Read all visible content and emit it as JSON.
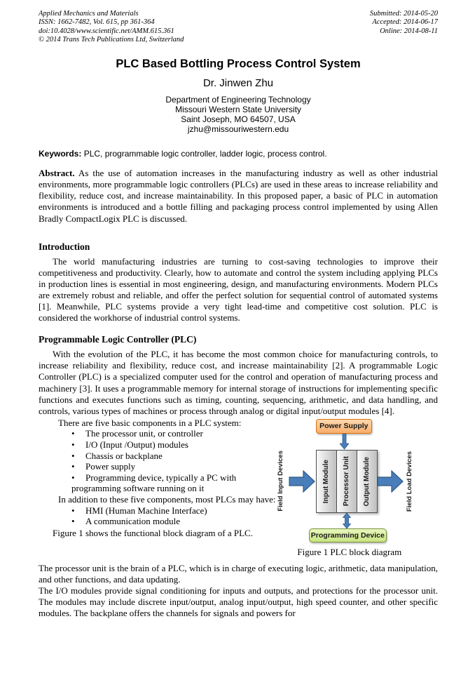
{
  "page": {
    "header": {
      "left_lines": [
        "Applied Mechanics and Materials",
        "ISSN: 1662-7482, Vol. 615, pp 361-364",
        "doi:10.4028/www.scientific.net/AMM.615.361",
        "© 2014 Trans Tech Publications Ltd, Switzerland"
      ],
      "right_lines": [
        "Submitted: 2014-05-20",
        "Accepted: 2014-06-17",
        "Online: 2014-08-11"
      ]
    },
    "title": "PLC Based Bottling Process Control System",
    "author": "Dr. Jinwen Zhu",
    "affiliation_lines": [
      "Department of Engineering Technology",
      "Missouri Western State University",
      "Saint Joseph, MO 64507, USA",
      "jzhu@missouriwestern.edu"
    ],
    "keywords_label": "Keywords:",
    "keywords_text": " PLC, programmable logic controller, ladder logic, process control.",
    "abstract_label": "Abstract.",
    "abstract_text": " As the use of automation increases in the manufacturing industry as well as other industrial environments, more programmable logic controllers (PLCs) are used in these areas to increase reliability and flexibility, reduce cost, and increase maintainability.  In this proposed paper, a basic of PLC in automation environments is introduced and a bottle filling and packaging process control implemented by using Allen Bradly CompactLogix PLC is discussed.",
    "intro_heading": "Introduction",
    "intro_para": "The world manufacturing industries are turning to cost-saving technologies to improve their competitiveness and productivity. Clearly, how to automate and control the system including applying PLCs in production lines is essential in most engineering, design, and manufacturing environments. Modern PLCs are extremely robust and reliable, and offer the perfect solution for sequential control of automated systems [1]. Meanwhile, PLC systems provide a very tight lead-time and competitive cost solution. PLC is considered the workhorse of industrial control systems.",
    "plc_heading": "Programmable Logic Controller (PLC)",
    "plc_para1": "With the evolution of the PLC, it has become the most common choice for manufacturing controls, to increase reliability and flexibility, reduce cost, and increase maintainability [2]. A programmable Logic Controller (PLC) is a specialized computer used for the control and operation of manufacturing process and machinery [3]. It uses a programmable memory for internal storage of instructions for implementing specific functions and executes functions such as timing, counting, sequencing, arithmetic, and data handling, and controls, various types of machines or process through analog or digital input/output modules [4].",
    "list_intro": "There are five basic components in a PLC system:",
    "bullets": [
      "The processor unit, or controller",
      "I/O (Input /Output) modules",
      "Chassis or backplane",
      "Power supply",
      "Programming device, typically a PC with programming software running on it"
    ],
    "addition_intro": "In addition to these five components, most PLCs may have:",
    "bullets2": [
      "HMI (Human Machine Interface)",
      "A communication module"
    ],
    "figure_ref": "Figure 1 shows the functional block diagram of a PLC.",
    "para_processor": "The processor unit is the brain of a PLC, which is in charge of executing logic, arithmetic, data manipulation, and other functions, and data updating.",
    "para_io": "The I/O modules provide signal conditioning for inputs and outputs, and protections for the processor unit. The modules may include discrete input/output, analog input/output, high speed counter, and other specific modules. The backplane offers the channels for signals and powers for",
    "figure1": {
      "power_supply": "Power Supply",
      "modules": [
        "Input Module",
        "Processor Unit",
        "Output Module"
      ],
      "left_label": "Field Input Devices",
      "right_label": "Field Load Devices",
      "programming_device": "Programming Device",
      "caption": "Figure 1 PLC block diagram",
      "colors": {
        "power_supply_fill": "#F9AD6A",
        "power_supply_border": "#D9730D",
        "module_fill": "#D9D9D9",
        "module_border": "#4D4D4D",
        "programming_fill": "#D7EE9C",
        "programming_border": "#77933C",
        "arrow_fill": "#4A7EBB",
        "arrow_stroke": "#2E5984"
      }
    }
  }
}
